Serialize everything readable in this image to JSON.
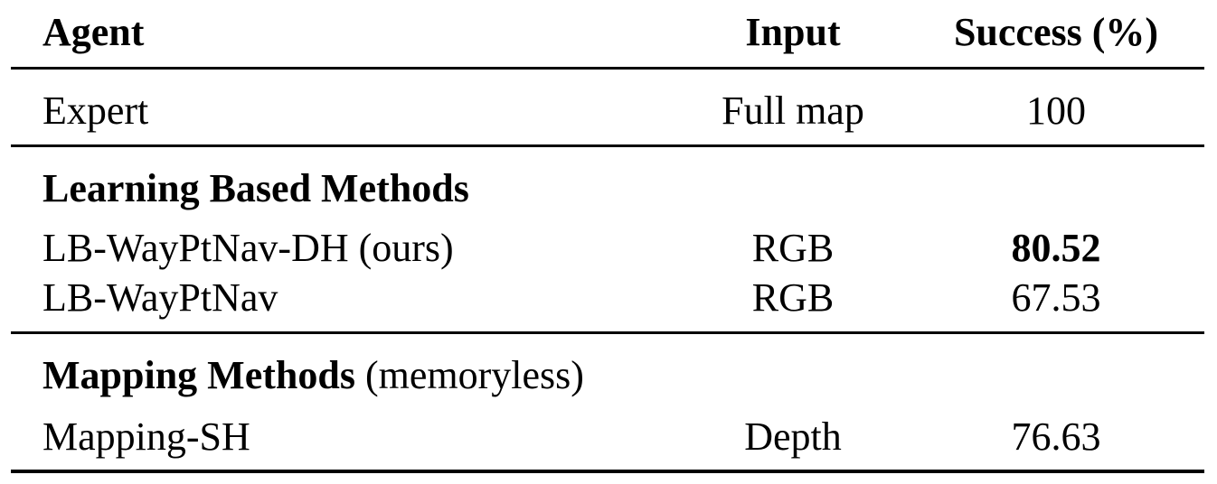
{
  "header": {
    "agent": "Agent",
    "input": "Input",
    "success": "Success (%)"
  },
  "expert_row": {
    "agent": "Expert",
    "input": "Full map",
    "success": "100"
  },
  "section_learning": {
    "title": "Learning Based Methods",
    "rows": [
      {
        "agent": "LB-WayPtNav-DH (ours)",
        "input": "RGB",
        "success": "80.52",
        "bold_success": true
      },
      {
        "agent": "LB-WayPtNav",
        "input": "RGB",
        "success": "67.53",
        "bold_success": false
      }
    ]
  },
  "section_mapping": {
    "title": "Mapping Methods",
    "subtitle": "(memoryless)",
    "rows": [
      {
        "agent": "Mapping-SH",
        "input": "Depth",
        "success": "76.63"
      }
    ]
  }
}
